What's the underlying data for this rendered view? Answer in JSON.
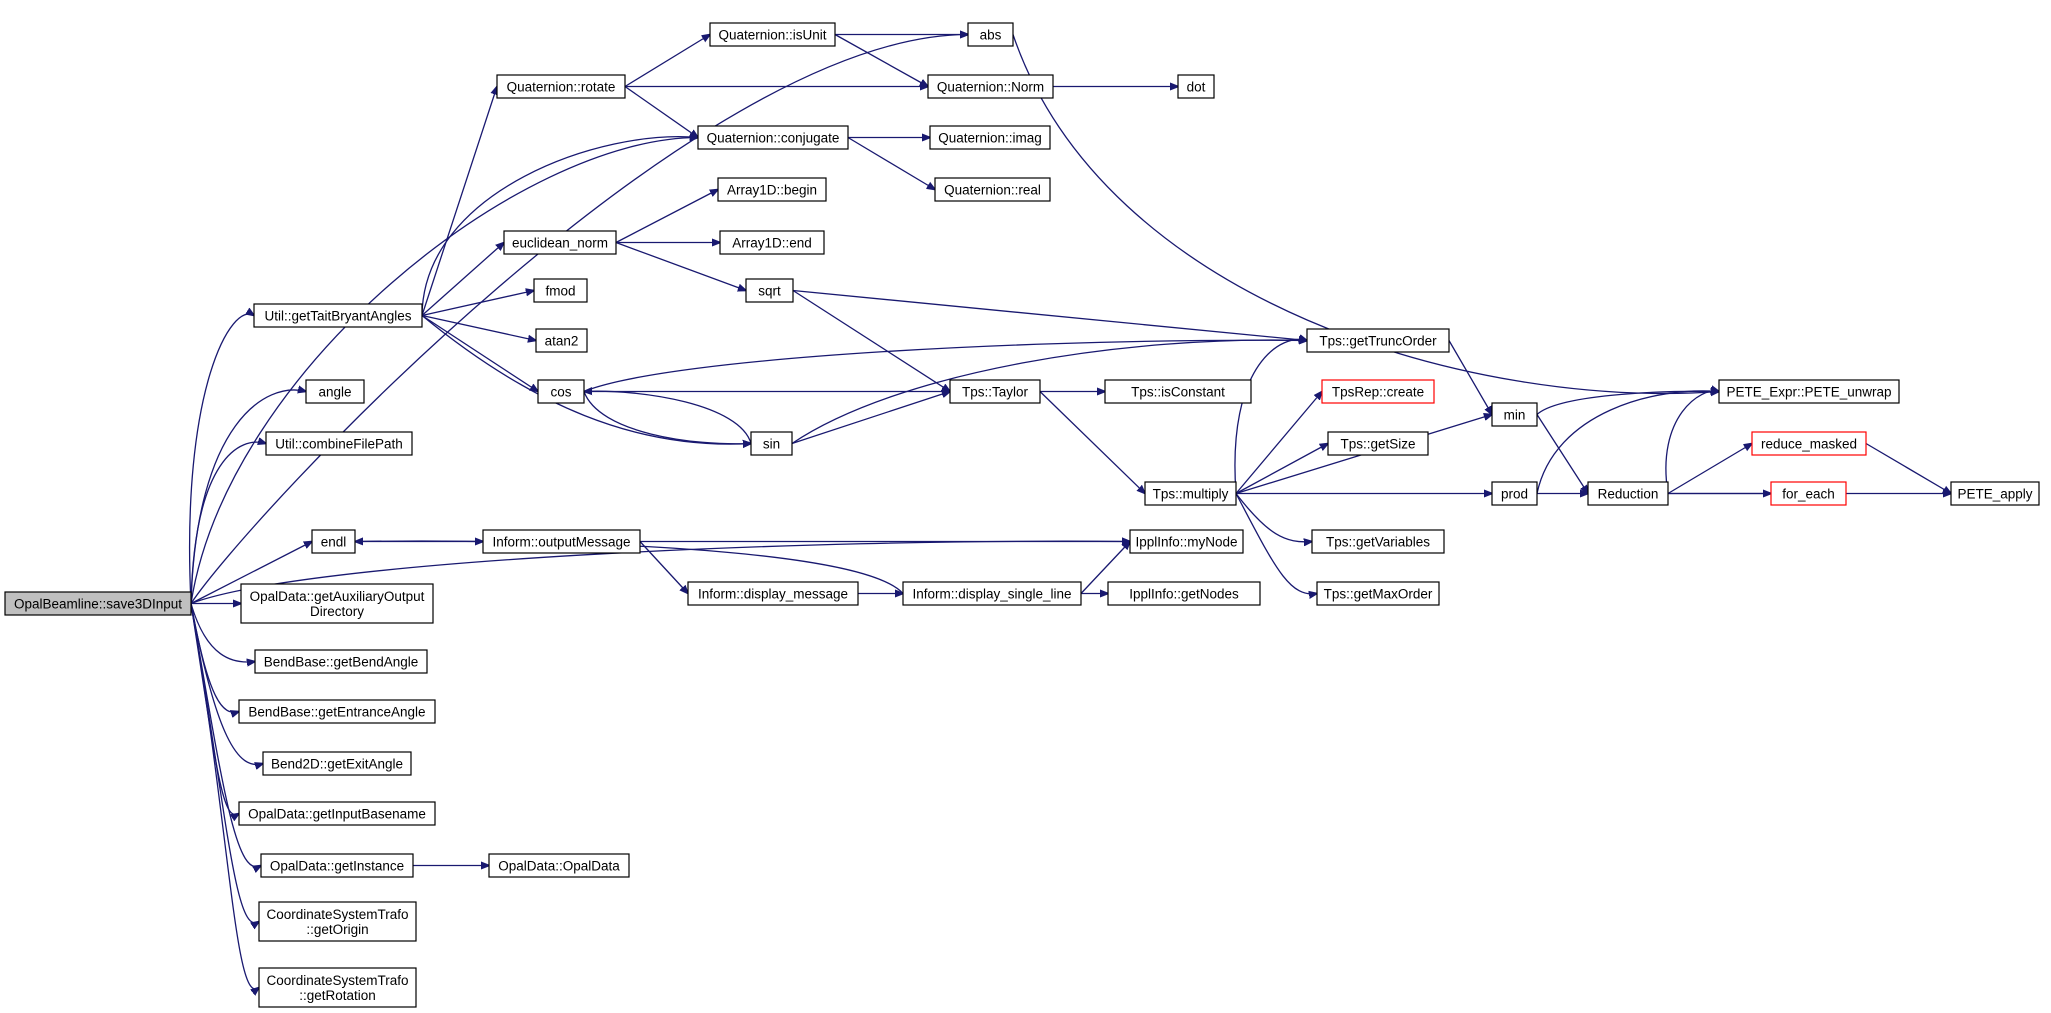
{
  "diagram": {
    "type": "call-graph",
    "colors": {
      "edge": "#191970",
      "node_border": "#000000",
      "node_border_truncated": "#ff0000",
      "root_fill": "#bfbfbf",
      "node_fill": "#ffffff"
    },
    "nodes": [
      {
        "id": "root",
        "lines": [
          "OpalBeamline::save3DInput"
        ],
        "root": true
      },
      {
        "id": "util_tait",
        "lines": [
          "Util::getTaitBryantAngles"
        ]
      },
      {
        "id": "angle",
        "lines": [
          "angle"
        ]
      },
      {
        "id": "combine",
        "lines": [
          "Util::combineFilePath"
        ]
      },
      {
        "id": "endl",
        "lines": [
          "endl"
        ]
      },
      {
        "id": "aux_out",
        "lines": [
          "OpalData::getAuxiliaryOutput",
          "Directory"
        ]
      },
      {
        "id": "bend_angle",
        "lines": [
          "BendBase::getBendAngle"
        ]
      },
      {
        "id": "entr_angle",
        "lines": [
          "BendBase::getEntranceAngle"
        ]
      },
      {
        "id": "exit_angle",
        "lines": [
          "Bend2D::getExitAngle"
        ]
      },
      {
        "id": "input_base",
        "lines": [
          "OpalData::getInputBasename"
        ]
      },
      {
        "id": "get_inst",
        "lines": [
          "OpalData::getInstance"
        ]
      },
      {
        "id": "get_origin",
        "lines": [
          "CoordinateSystemTrafo",
          "::getOrigin"
        ]
      },
      {
        "id": "get_rot",
        "lines": [
          "CoordinateSystemTrafo",
          "::getRotation"
        ]
      },
      {
        "id": "q_rotate",
        "lines": [
          "Quaternion::rotate"
        ]
      },
      {
        "id": "q_isunit",
        "lines": [
          "Quaternion::isUnit"
        ]
      },
      {
        "id": "abs",
        "lines": [
          "abs"
        ]
      },
      {
        "id": "q_norm",
        "lines": [
          "Quaternion::Norm"
        ]
      },
      {
        "id": "dot",
        "lines": [
          "dot"
        ]
      },
      {
        "id": "q_conj",
        "lines": [
          "Quaternion::conjugate"
        ]
      },
      {
        "id": "q_imag",
        "lines": [
          "Quaternion::imag"
        ]
      },
      {
        "id": "q_real",
        "lines": [
          "Quaternion::real"
        ]
      },
      {
        "id": "a_begin",
        "lines": [
          "Array1D::begin"
        ]
      },
      {
        "id": "eucl",
        "lines": [
          "euclidean_norm"
        ]
      },
      {
        "id": "a_end",
        "lines": [
          "Array1D::end"
        ]
      },
      {
        "id": "fmod",
        "lines": [
          "fmod"
        ]
      },
      {
        "id": "sqrt",
        "lines": [
          "sqrt"
        ]
      },
      {
        "id": "atan2",
        "lines": [
          "atan2"
        ]
      },
      {
        "id": "cos",
        "lines": [
          "cos"
        ]
      },
      {
        "id": "sin",
        "lines": [
          "sin"
        ]
      },
      {
        "id": "tps_taylor",
        "lines": [
          "Tps::Taylor"
        ]
      },
      {
        "id": "tps_isconst",
        "lines": [
          "Tps::isConstant"
        ]
      },
      {
        "id": "tps_trunc",
        "lines": [
          "Tps::getTruncOrder"
        ]
      },
      {
        "id": "tpsrep_create",
        "lines": [
          "TpsRep::create"
        ],
        "truncated": true
      },
      {
        "id": "tps_getsize",
        "lines": [
          "Tps::getSize"
        ]
      },
      {
        "id": "tps_multiply",
        "lines": [
          "Tps::multiply"
        ]
      },
      {
        "id": "tps_getvars",
        "lines": [
          "Tps::getVariables"
        ]
      },
      {
        "id": "tps_maxorder",
        "lines": [
          "Tps::getMaxOrder"
        ]
      },
      {
        "id": "inform_out",
        "lines": [
          "Inform::outputMessage"
        ]
      },
      {
        "id": "ippl_mynode",
        "lines": [
          "IpplInfo::myNode"
        ]
      },
      {
        "id": "inform_disp",
        "lines": [
          "Inform::display_message"
        ]
      },
      {
        "id": "inform_single",
        "lines": [
          "Inform::display_single_line"
        ]
      },
      {
        "id": "ippl_getnodes",
        "lines": [
          "IpplInfo::getNodes"
        ]
      },
      {
        "id": "opaldata",
        "lines": [
          "OpalData::OpalData"
        ]
      },
      {
        "id": "min",
        "lines": [
          "min"
        ]
      },
      {
        "id": "prod",
        "lines": [
          "prod"
        ]
      },
      {
        "id": "reduction",
        "lines": [
          "Reduction"
        ]
      },
      {
        "id": "pete_unwrap",
        "lines": [
          "PETE_Expr::PETE_unwrap"
        ]
      },
      {
        "id": "reduce_masked",
        "lines": [
          "reduce_masked"
        ],
        "truncated": true
      },
      {
        "id": "for_each",
        "lines": [
          "for_each"
        ],
        "truncated": true
      },
      {
        "id": "pete_apply",
        "lines": [
          "PETE_apply"
        ]
      }
    ],
    "edges": [
      [
        "root",
        "abs"
      ],
      [
        "root",
        "q_conj"
      ],
      [
        "root",
        "util_tait"
      ],
      [
        "root",
        "angle"
      ],
      [
        "root",
        "combine"
      ],
      [
        "root",
        "ippl_mynode"
      ],
      [
        "root",
        "endl"
      ],
      [
        "root",
        "aux_out"
      ],
      [
        "root",
        "bend_angle"
      ],
      [
        "root",
        "entr_angle"
      ],
      [
        "root",
        "exit_angle"
      ],
      [
        "root",
        "input_base"
      ],
      [
        "root",
        "get_inst"
      ],
      [
        "root",
        "get_origin"
      ],
      [
        "root",
        "get_rot"
      ],
      [
        "util_tait",
        "q_rotate"
      ],
      [
        "util_tait",
        "q_conj"
      ],
      [
        "util_tait",
        "eucl"
      ],
      [
        "util_tait",
        "fmod"
      ],
      [
        "util_tait",
        "atan2"
      ],
      [
        "util_tait",
        "cos"
      ],
      [
        "util_tait",
        "sin"
      ],
      [
        "q_rotate",
        "q_isunit"
      ],
      [
        "q_rotate",
        "q_norm"
      ],
      [
        "q_rotate",
        "q_conj"
      ],
      [
        "q_isunit",
        "abs"
      ],
      [
        "q_isunit",
        "q_norm"
      ],
      [
        "q_norm",
        "dot"
      ],
      [
        "q_conj",
        "q_imag"
      ],
      [
        "q_conj",
        "q_real"
      ],
      [
        "abs",
        "pete_unwrap"
      ],
      [
        "eucl",
        "a_begin"
      ],
      [
        "eucl",
        "a_end"
      ],
      [
        "eucl",
        "sqrt"
      ],
      [
        "sqrt",
        "tps_trunc"
      ],
      [
        "sqrt",
        "tps_taylor"
      ],
      [
        "cos",
        "tps_trunc"
      ],
      [
        "cos",
        "tps_taylor"
      ],
      [
        "cos",
        "sin"
      ],
      [
        "sin",
        "cos"
      ],
      [
        "sin",
        "tps_taylor"
      ],
      [
        "sin",
        "tps_trunc"
      ],
      [
        "tps_taylor",
        "tps_isconst"
      ],
      [
        "tps_taylor",
        "tps_multiply"
      ],
      [
        "tps_multiply",
        "tps_trunc"
      ],
      [
        "tps_multiply",
        "tpsrep_create"
      ],
      [
        "tps_multiply",
        "tps_getsize"
      ],
      [
        "tps_multiply",
        "tps_getvars"
      ],
      [
        "tps_multiply",
        "tps_maxorder"
      ],
      [
        "tps_multiply",
        "min"
      ],
      [
        "tps_multiply",
        "prod"
      ],
      [
        "tps_trunc",
        "min"
      ],
      [
        "min",
        "pete_unwrap"
      ],
      [
        "min",
        "reduction"
      ],
      [
        "prod",
        "pete_unwrap"
      ],
      [
        "prod",
        "reduction"
      ],
      [
        "reduction",
        "pete_unwrap"
      ],
      [
        "reduction",
        "reduce_masked"
      ],
      [
        "reduction",
        "for_each"
      ],
      [
        "reduction",
        "pete_apply"
      ],
      [
        "reduce_masked",
        "pete_apply"
      ],
      [
        "endl",
        "inform_out"
      ],
      [
        "inform_out",
        "ippl_mynode"
      ],
      [
        "inform_out",
        "inform_disp"
      ],
      [
        "inform_disp",
        "inform_single"
      ],
      [
        "inform_single",
        "endl"
      ],
      [
        "inform_single",
        "ippl_mynode"
      ],
      [
        "inform_single",
        "ippl_getnodes"
      ],
      [
        "get_inst",
        "opaldata"
      ]
    ]
  }
}
